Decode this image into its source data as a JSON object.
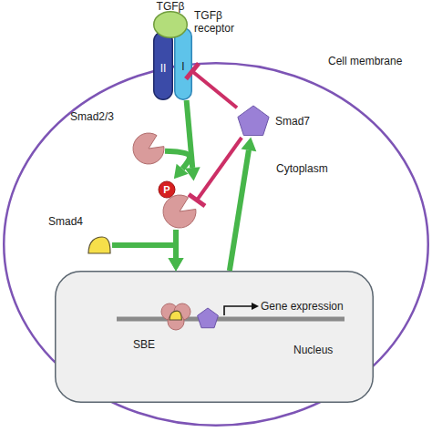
{
  "diagram": {
    "nodes": [
      {
        "text": [
          "TGFβ"
        ]
      },
      {
        "text": [
          "II"
        ]
      },
      {
        "text": [
          "TGFβ receptor",
          "I"
        ]
      },
      {
        "text": [
          "Cell membrane",
          "Cytoplasm"
        ]
      },
      {
        "text": [
          "Smad2/3"
        ],
        "in": 3
      },
      {
        "text": [
          "P"
        ],
        "in": 3
      },
      {
        "text": [
          "Smad4"
        ],
        "in": 3
      },
      {
        "text": [
          "Smad7"
        ],
        "in": 3
      },
      {
        "text": [
          "Nucleus"
        ],
        "in": 3
      },
      {
        "text": [
          "SBE"
        ],
        "in": 8
      }
    ],
    "edges": [
      {
        "from": 2,
        "to": 5,
        "arrow": "to"
      },
      {
        "from": 4,
        "to": 5,
        "arrow": "to"
      },
      {
        "from": 5,
        "to": 8,
        "arrow": "to"
      },
      {
        "from": 6,
        "to": 8,
        "arrow": "to"
      },
      {
        "from": 8,
        "to": 7,
        "arrow": "to"
      },
      {
        "from": 7,
        "to": 2,
        "arrow": "to"
      },
      {
        "from": 7,
        "to": 5,
        "arrow": "to"
      }
    ],
    "labels": [
      "Gene expression"
    ]
  }
}
